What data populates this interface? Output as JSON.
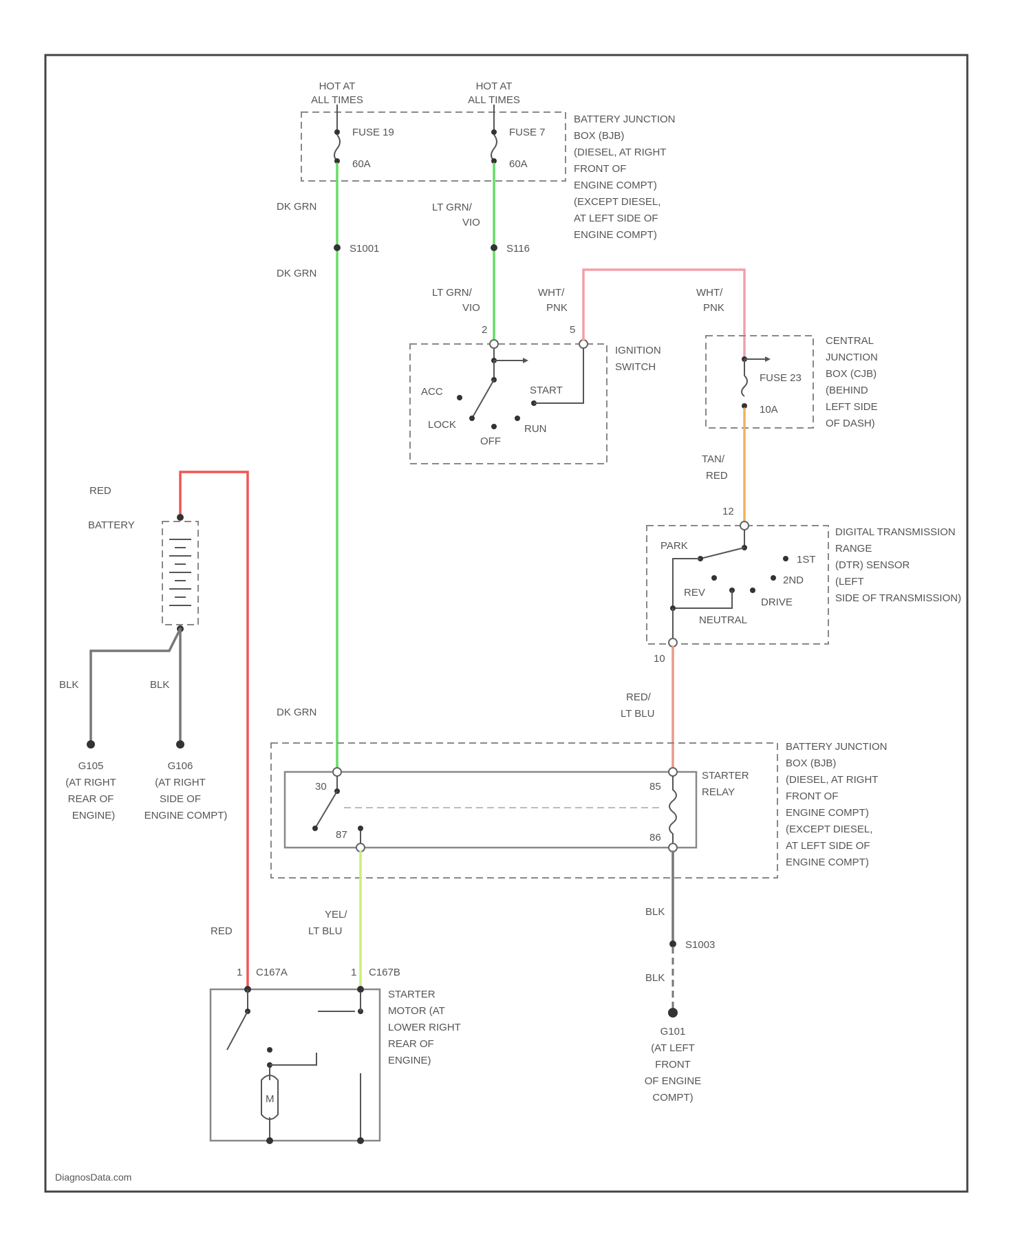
{
  "colors": {
    "dk_grn": "#66dd66",
    "lt_grn": "#66dd66",
    "red": "#f05555",
    "wht_pnk": "#f2a0a8",
    "tan_red": "#f0b060",
    "yel_lt_blu": "#c8f07a",
    "red_lt_blu": "#e89a8a",
    "blk": "#777777"
  },
  "top": {
    "hot_left": [
      "HOT AT",
      "ALL TIMES"
    ],
    "hot_right": [
      "HOT AT",
      "ALL TIMES"
    ],
    "fuse_left": "FUSE 19",
    "fuse_left_amp": "60A",
    "fuse_right": "FUSE 7",
    "fuse_right_amp": "60A",
    "bjb_top": [
      "BATTERY JUNCTION",
      "BOX (BJB)",
      "(DIESEL, AT RIGHT",
      "FRONT OF",
      "ENGINE COMPT)",
      "(EXCEPT DIESEL,",
      "AT LEFT SIDE OF",
      "ENGINE COMPT)"
    ]
  },
  "wires": {
    "dk_grn_1": "DK GRN",
    "dk_grn_2": "DK GRN",
    "dk_grn_3": "DK GRN",
    "lt_grn_vio_1": [
      "LT GRN/",
      "VIO"
    ],
    "lt_grn_vio_2": [
      "LT GRN/",
      "VIO"
    ],
    "wht_pnk_1": [
      "WHT/",
      "PNK"
    ],
    "wht_pnk_2": [
      "WHT/",
      "PNK"
    ],
    "tan_red": [
      "TAN/",
      "RED"
    ],
    "red_lt_blu": [
      "RED/",
      "LT BLU"
    ],
    "red_batt": "RED",
    "red_motor": "RED",
    "yel_lt_blu": [
      "YEL/",
      "LT BLU"
    ],
    "blk_1": "BLK",
    "blk_2": "BLK",
    "blk_3": "BLK",
    "blk_4": "BLK"
  },
  "splices": {
    "s1": "S1001",
    "s2": "S116",
    "s3": "S1003"
  },
  "ignition": {
    "pin_left": "2",
    "pin_right": "5",
    "label": [
      "IGNITION",
      "SWITCH"
    ],
    "acc": "ACC",
    "lock": "LOCK",
    "off": "OFF",
    "run": "RUN",
    "start": "START"
  },
  "cjb": {
    "label": [
      "CENTRAL",
      "JUNCTION",
      "BOX (CJB)",
      "(BEHIND",
      "LEFT SIDE",
      "OF DASH)"
    ],
    "fuse": "FUSE 23",
    "amp": "10A"
  },
  "dtr": {
    "pin_top": "12",
    "pin_bottom": "10",
    "label": [
      "DIGITAL TRANSMISSION",
      "RANGE",
      "(DTR) SENSOR",
      "(LEFT",
      "SIDE OF TRANSMISSION)"
    ],
    "park": "PARK",
    "rev": "REV",
    "neutral": "NEUTRAL",
    "drive": "DRIVE",
    "first": "1ST",
    "second": "2ND"
  },
  "battery": {
    "label": "BATTERY"
  },
  "grounds": {
    "g1": [
      "G105",
      "(AT RIGHT",
      "REAR OF",
      "ENGINE)"
    ],
    "g2": [
      "G106",
      "(AT RIGHT",
      "SIDE OF",
      "ENGINE COMPT)"
    ],
    "g3": [
      "G101",
      "(AT LEFT",
      "FRONT",
      "OF ENGINE",
      "COMPT)"
    ]
  },
  "relay": {
    "pin30": "30",
    "pin87": "87",
    "pin85": "85",
    "pin86": "86",
    "label": [
      "STARTER",
      "RELAY"
    ],
    "bjb": [
      "BATTERY JUNCTION",
      "BOX (BJB)",
      "(DIESEL, AT RIGHT",
      "FRONT OF",
      "ENGINE COMPT)",
      "(EXCEPT DIESEL,",
      "AT LEFT SIDE OF",
      "ENGINE COMPT)"
    ]
  },
  "motor": {
    "pin1a": "1",
    "conn_a": "C167A",
    "pin1b": "1",
    "conn_b": "C167B",
    "label": [
      "STARTER",
      "MOTOR (AT",
      "LOWER RIGHT",
      "REAR OF",
      "ENGINE)"
    ],
    "m": "M"
  },
  "watermark": "DiagnosData.com"
}
